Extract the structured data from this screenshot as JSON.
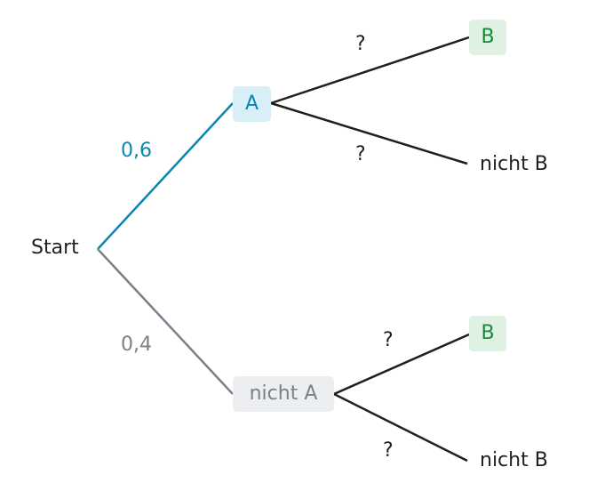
{
  "tree": {
    "root": {
      "label": "Start"
    },
    "level1": [
      {
        "id": "A",
        "label": "A",
        "probability": "0,6",
        "color": "#0a84b3",
        "box_bg": "#d9eff8"
      },
      {
        "id": "notA",
        "label": "nicht A",
        "probability": "0,4",
        "color": "#7a8188",
        "box_bg": "#eceef0"
      }
    ],
    "level2": {
      "A": [
        {
          "label": "B",
          "probability": "?",
          "highlighted": true
        },
        {
          "label": "nicht B",
          "probability": "?",
          "highlighted": false
        }
      ],
      "notA": [
        {
          "label": "B",
          "probability": "?",
          "highlighted": true
        },
        {
          "label": "nicht B",
          "probability": "?",
          "highlighted": false
        }
      ]
    }
  },
  "colors": {
    "text": "#1f1f1f",
    "branch_dark": "#1f1f1f",
    "B_text": "#178a3a",
    "B_box_bg": "#dff1e2"
  }
}
